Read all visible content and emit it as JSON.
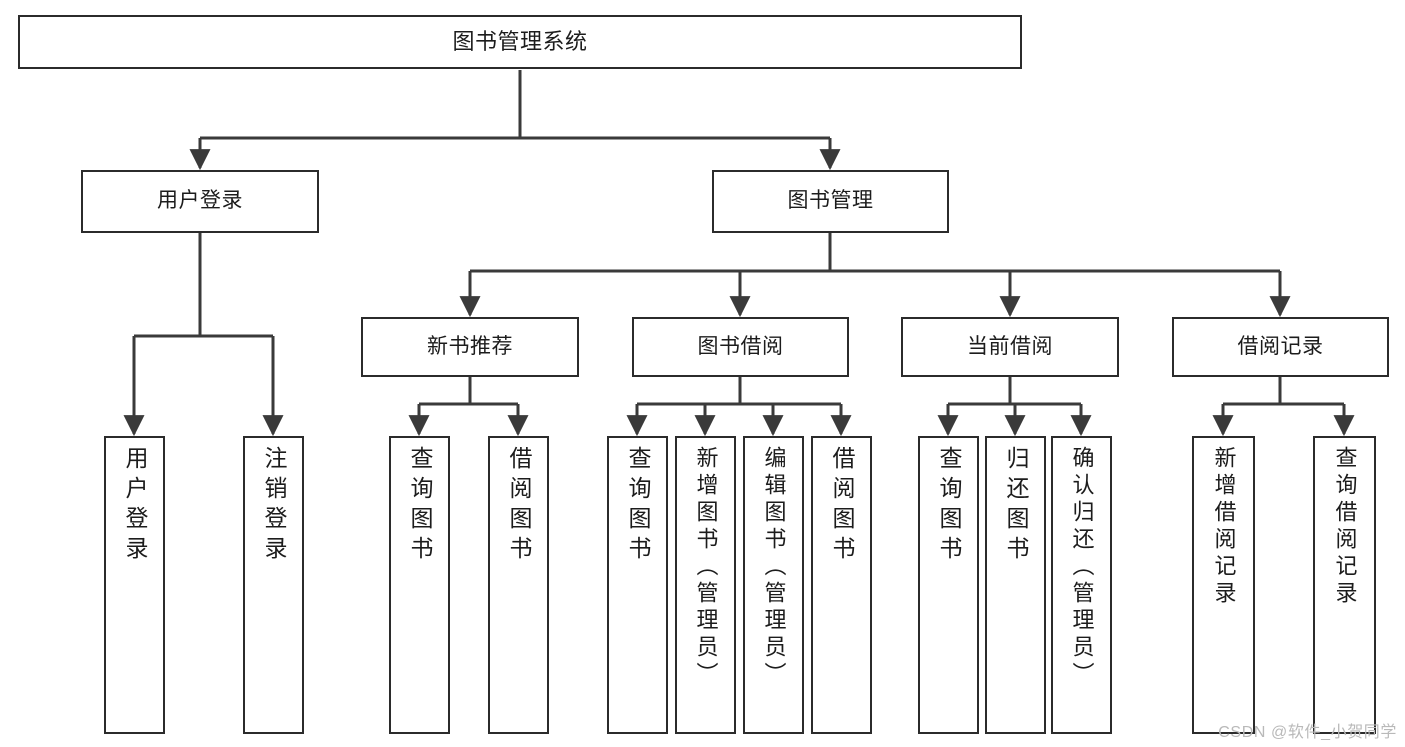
{
  "diagram": {
    "title": "图书管理系统",
    "type": "tree",
    "watermark": "CSDN @软件_小贺同学",
    "colors": {
      "node_border": "#2b2b2b",
      "node_fill": "#ffffff",
      "connector": "#3a3a3a",
      "text": "#1c1c1c",
      "watermark": "#b9b9b9",
      "background": "#ffffff"
    },
    "levels": {
      "root": {
        "label": "图书管理系统"
      },
      "level2": [
        {
          "label": "用户登录"
        },
        {
          "label": "图书管理"
        }
      ],
      "level3": [
        {
          "label": "新书推荐"
        },
        {
          "label": "图书借阅"
        },
        {
          "label": "当前借阅"
        },
        {
          "label": "借阅记录"
        }
      ],
      "leaves": {
        "user_login": [
          {
            "label": "用户登录"
          },
          {
            "label": "注销登录"
          }
        ],
        "new_book_recommend": [
          {
            "label": "查询图书"
          },
          {
            "label": "借阅图书"
          }
        ],
        "book_borrow": [
          {
            "label": "查询图书"
          },
          {
            "label": "新增图书（管理员）"
          },
          {
            "label": "编辑图书（管理员）"
          },
          {
            "label": "借阅图书"
          }
        ],
        "current_borrow": [
          {
            "label": "查询图书"
          },
          {
            "label": "归还图书"
          },
          {
            "label": "确认归还（管理员）"
          }
        ],
        "borrow_record": [
          {
            "label": "新增借阅记录"
          },
          {
            "label": "查询借阅记录"
          }
        ]
      }
    }
  }
}
